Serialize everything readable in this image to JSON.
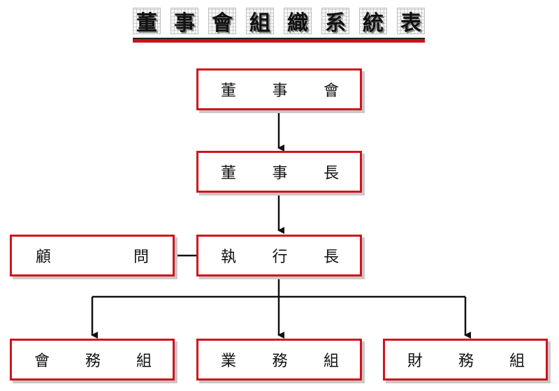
{
  "title": {
    "characters": [
      "董",
      "事",
      "會",
      "組",
      "織",
      "系",
      "統",
      "表"
    ]
  },
  "nodes": {
    "board": {
      "chars": [
        "董",
        "事",
        "會"
      ]
    },
    "chairman": {
      "chars": [
        "董",
        "事",
        "長"
      ]
    },
    "ceo": {
      "chars": [
        "執",
        "行",
        "長"
      ]
    },
    "advisor": {
      "chars": [
        "顧",
        "問"
      ]
    },
    "accounting": {
      "chars": [
        "會",
        "務",
        "組"
      ]
    },
    "business": {
      "chars": [
        "業",
        "務",
        "組"
      ]
    },
    "finance": {
      "chars": [
        "財",
        "務",
        "組"
      ]
    }
  },
  "colors": {
    "box_border": "#d0141c",
    "title_underline": "#c8121a",
    "connector": "#111111"
  }
}
